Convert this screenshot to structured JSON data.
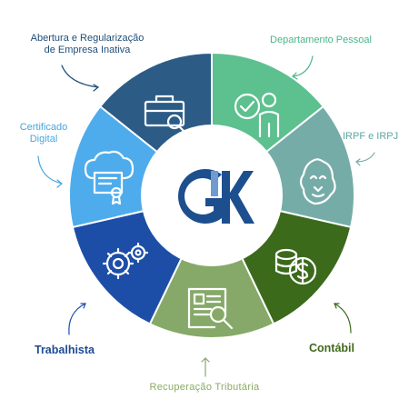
{
  "segments": [
    {
      "id": "departamento-pessoal",
      "label": "Departamento Pessoal",
      "color": "#5cc08f",
      "icon": "person-check-icon"
    },
    {
      "id": "irpf",
      "label": "IRPF e IRPJ",
      "color": "#76aca8",
      "icon": "lion-icon"
    },
    {
      "id": "contabil",
      "label": "Contábil",
      "color": "#3b6a1b",
      "icon": "coins-dollar-icon"
    },
    {
      "id": "recuperacao",
      "label": "Recuperação Tributária",
      "color": "#86a969",
      "icon": "document-search-icon"
    },
    {
      "id": "trabalhista",
      "label": "Trabalhista",
      "color": "#1d4ea7",
      "icon": "gears-icon"
    },
    {
      "id": "certificado",
      "label": "Certificado Digital",
      "color": "#4eacec",
      "icon": "cloud-certificate-icon"
    },
    {
      "id": "abertura",
      "label": "Abertura e Regularização de Empresa Inativa",
      "color": "#2c5c86",
      "icon": "briefcase-search-icon"
    }
  ],
  "labels": {
    "abertura_line1": "Abertura e Regularização",
    "abertura_line2": "de Empresa Inativa",
    "departamento": "Departamento Pessoal",
    "certificado_line1": "Certificado",
    "certificado_line2": "Digital",
    "irpf": "IRPF e IRPJ",
    "trabalhista": "Trabalhista",
    "contabil": "Contábil",
    "recuperacao": "Recuperação Tributária"
  },
  "logo": {
    "text": "GK",
    "color": "#1d4f8f",
    "accent": "#6f9bd0"
  },
  "colors": {
    "center": "#ffffff",
    "divider": "#ffffff",
    "icon_stroke": "#ffffff"
  }
}
